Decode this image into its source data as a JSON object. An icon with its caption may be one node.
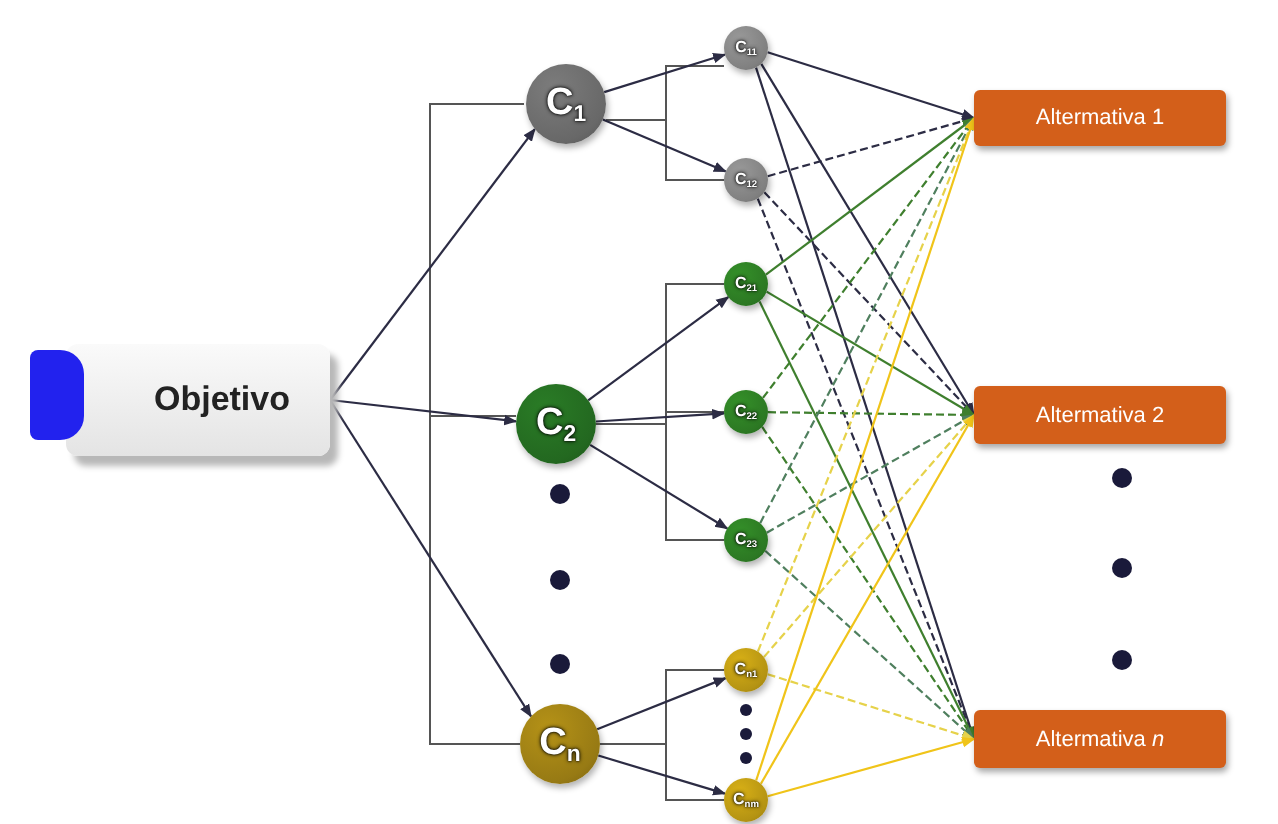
{
  "diagram": {
    "nodes": [
      {
        "text": [
          "Objetivo"
        ]
      },
      {
        "text": [
          "C$_{1}$"
        ]
      },
      {
        "text": [
          "C$_{2}$"
        ]
      },
      {
        "text": [
          "C$_{n}$"
        ]
      },
      {
        "text": [
          "C$_{11}$"
        ]
      },
      {
        "text": [
          "C$_{12}$"
        ]
      },
      {
        "text": [
          "C$_{21}$"
        ]
      },
      {
        "text": [
          "C$_{22}$"
        ]
      },
      {
        "text": [
          "C$_{23}$"
        ]
      },
      {
        "text": [
          "C$_{n1}$"
        ]
      },
      {
        "text": [
          "C$_{nm}$"
        ]
      },
      {
        "text": [
          "Altermativa 1"
        ]
      },
      {
        "text": [
          "Altermativa 2"
        ]
      },
      {
        "text": [
          "Altermativa *n*"
        ]
      }
    ],
    "edges": [
      {
        "from": 0,
        "to": 1,
        "arrow": "to"
      },
      {
        "from": 0,
        "to": 2,
        "arrow": "to"
      },
      {
        "from": 0,
        "to": 3,
        "arrow": "to"
      },
      {
        "from": 1,
        "to": 4,
        "arrow": "to"
      },
      {
        "from": 1,
        "to": 5,
        "arrow": "to"
      },
      {
        "from": 2,
        "to": 6,
        "arrow": "to"
      },
      {
        "from": 2,
        "to": 7,
        "arrow": "to"
      },
      {
        "from": 2,
        "to": 8,
        "arrow": "to"
      },
      {
        "from": 3,
        "to": 9,
        "arrow": "to"
      },
      {
        "from": 3,
        "to": 10,
        "arrow": "to"
      },
      {
        "from": 4,
        "to": 11,
        "arrow": "to"
      },
      {
        "from": 4,
        "to": 12,
        "arrow": "to"
      },
      {
        "from": 4,
        "to": 13,
        "arrow": "to"
      },
      {
        "from": 5,
        "to": 11,
        "arrow": "to",
        "style": "dashed"
      },
      {
        "from": 5,
        "to": 12,
        "arrow": "to",
        "style": "dashed"
      },
      {
        "from": 5,
        "to": 13,
        "arrow": "to",
        "style": "dashed"
      },
      {
        "from": 6,
        "to": 11,
        "arrow": "to",
        "color": "#3f7f2e"
      },
      {
        "from": 6,
        "to": 12,
        "arrow": "to",
        "color": "#3f7f2e"
      },
      {
        "from": 6,
        "to": 13,
        "arrow": "to",
        "color": "#3f7f2e"
      },
      {
        "from": 7,
        "to": 11,
        "arrow": "to",
        "style": "dashed",
        "color": "#3f7f2e"
      },
      {
        "from": 7,
        "to": 12,
        "arrow": "to",
        "style": "dashed",
        "color": "#3f7f2e"
      },
      {
        "from": 7,
        "to": 13,
        "arrow": "to",
        "style": "dashed",
        "color": "#3f7f2e"
      },
      {
        "from": 8,
        "to": 11,
        "arrow": "to",
        "style": "dashed",
        "color": "#4f7f5e"
      },
      {
        "from": 8,
        "to": 12,
        "arrow": "to",
        "style": "dashed",
        "color": "#4f7f5e"
      },
      {
        "from": 8,
        "to": 13,
        "arrow": "to",
        "style": "dashed",
        "color": "#4f7f5e"
      },
      {
        "from": 9,
        "to": 11,
        "arrow": "to",
        "style": "dashed",
        "color": "#e6d24a"
      },
      {
        "from": 9,
        "to": 12,
        "arrow": "to",
        "style": "dashed",
        "color": "#e6d24a"
      },
      {
        "from": 9,
        "to": 13,
        "arrow": "to",
        "style": "dashed",
        "color": "#e6d24a"
      },
      {
        "from": 10,
        "to": 11,
        "arrow": "to",
        "color": "#f0c419"
      },
      {
        "from": 10,
        "to": 12,
        "arrow": "to",
        "color": "#f0c419"
      },
      {
        "from": 10,
        "to": 13,
        "arrow": "to",
        "color": "#f0c419"
      }
    ]
  }
}
